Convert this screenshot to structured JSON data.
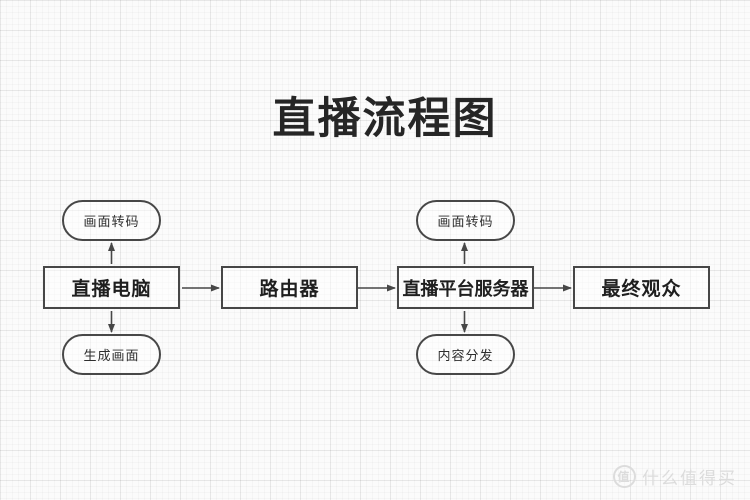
{
  "title": "直播流程图",
  "diagram": {
    "nodes": {
      "transcode_left": "画面转码",
      "live_computer": "直播电脑",
      "generate_frame": "生成画面",
      "router": "路由器",
      "transcode_right": "画面转码",
      "platform_server": "直播平台服务器",
      "content_distribution": "内容分发",
      "final_audience": "最终观众"
    },
    "edges": [
      {
        "from": "直播电脑",
        "to": "画面转码",
        "direction": "up"
      },
      {
        "from": "直播电脑",
        "to": "生成画面",
        "direction": "down"
      },
      {
        "from": "直播电脑",
        "to": "路由器",
        "direction": "right"
      },
      {
        "from": "路由器",
        "to": "直播平台服务器",
        "direction": "right"
      },
      {
        "from": "直播平台服务器",
        "to": "画面转码",
        "direction": "up"
      },
      {
        "from": "直播平台服务器",
        "to": "内容分发",
        "direction": "down"
      },
      {
        "from": "直播平台服务器",
        "to": "最终观众",
        "direction": "right"
      }
    ]
  },
  "watermark": {
    "badge": "值",
    "text": "什么值得买"
  },
  "colors": {
    "background": "#fbfbfb",
    "line": "#474747",
    "title_text": "#262626",
    "watermark": "#dcdcdc"
  }
}
